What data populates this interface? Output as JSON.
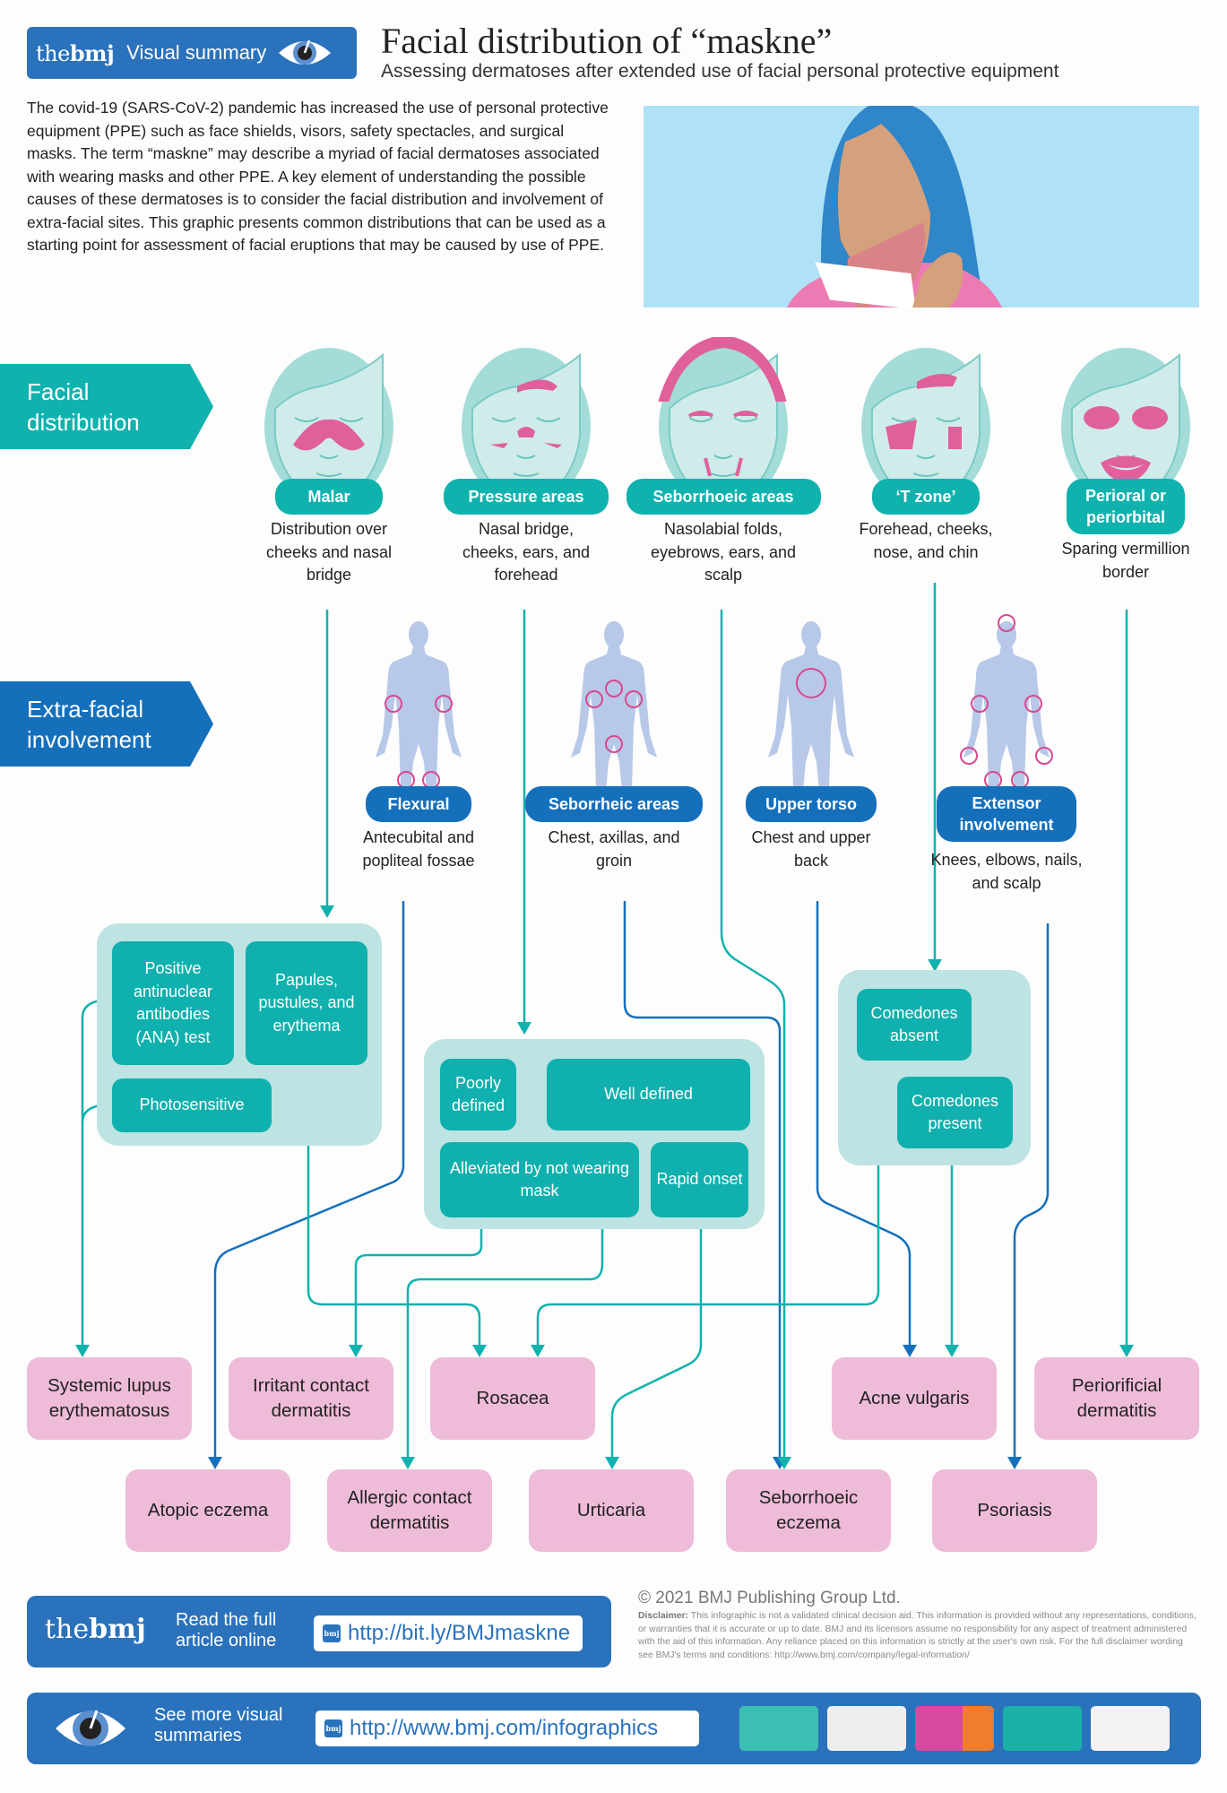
{
  "header": {
    "brand_the": "the",
    "brand_bmj": "bmj",
    "brand_label": "Visual summary",
    "title": "Facial distribution of “maskne”",
    "subtitle": "Assessing dermatoses after extended use of facial personal protective equipment"
  },
  "intro": "The covid-19 (SARS-CoV-2) pandemic has increased the use of personal protective equipment (PPE) such as face shields, visors, safety spectacles, and surgical masks. The term “maskne” may describe a myriad of facial dermatoses associated with wearing masks and other PPE. A key element of understanding the possible causes of these dermatoses is to consider the facial distribution and involvement of extra-facial sites. This graphic presents common distributions that can be used as a starting point for assessment of facial eruptions that may be caused by use of PPE.",
  "sections": {
    "facial": "Facial distribution",
    "extra": "Extra-facial involvement"
  },
  "facial_distributions": [
    {
      "label": "Malar",
      "desc": "Distribution over cheeks and nasal bridge"
    },
    {
      "label": "Pressure areas",
      "desc": "Nasal bridge, cheeks, ears, and forehead"
    },
    {
      "label": "Seborrhoeic areas",
      "desc": "Nasolabial folds, eyebrows, ears, and scalp"
    },
    {
      "label": "‘T zone’",
      "desc": "Forehead, cheeks, nose, and chin"
    },
    {
      "label": "Perioral or periorbital",
      "desc": "Sparing vermillion border"
    }
  ],
  "extra_facial": [
    {
      "label": "Flexural",
      "desc": "Antecubital and popliteal fossae"
    },
    {
      "label": "Seborrheic areas",
      "desc": "Chest, axillas, and groin"
    },
    {
      "label": "Upper torso",
      "desc": "Chest and upper back"
    },
    {
      "label": "Extensor involvement",
      "desc": "Knees, elbows, nails, and scalp"
    }
  ],
  "features": {
    "ana": "Positive antinuclear antibodies (ANA) test",
    "papules": "Papules, pustules, and erythema",
    "photosensitive": "Photosensitive",
    "poorly_defined": "Poorly defined",
    "well_defined": "Well defined",
    "alleviated": "Alleviated by not wearing mask",
    "rapid_onset": "Rapid onset",
    "comedones_absent": "Comedones absent",
    "comedones_present": "Comedones present"
  },
  "diagnoses": {
    "sle": "Systemic lupus erythematosus",
    "irritant": "Irritant contact dermatitis",
    "rosacea": "Rosacea",
    "acne": "Acne vulgaris",
    "periorificial": "Periorificial dermatitis",
    "atopic": "Atopic eczema",
    "allergic": "Allergic contact dermatitis",
    "urticaria": "Urticaria",
    "seborrhoeic": "Seborrhoeic eczema",
    "psoriasis": "Psoriasis"
  },
  "footer": {
    "read_label": "Read the full article online",
    "article_url": "http://bit.ly/BMJmaskne",
    "more_label": "See more visual summaries",
    "more_url": "http://www.bmj.com/infographics",
    "badge": "bmj",
    "copyright": "© 2021 BMJ Publishing Group Ltd.",
    "disclaimer_label": "Disclaimer:",
    "disclaimer": "This infographic is not a validated clinical decision aid. This information is provided without any representations, conditions, or warranties that it is accurate or up to date. BMJ and its licensors assume no responsibility for any aspect of treatment administered with the aid of this information. Any reliance placed on this information is strictly at the user's own risk. For the full disclaimer wording see BMJ's terms and conditions: http://www.bmj.com/company/legal-information/"
  },
  "colors": {
    "teal": "#10b2ae",
    "blue": "#1570bc",
    "brand_blue": "#2a72bb",
    "rash_pink": "#e0609c",
    "diagnosis_pink": "#eebcd8",
    "group_bg": "#bde3e2"
  }
}
